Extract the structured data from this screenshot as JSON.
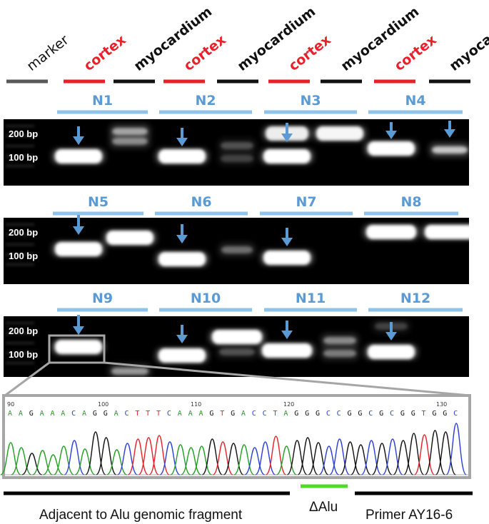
{
  "lanes": [
    {
      "label": "marker",
      "color": "#111111",
      "bar_color": "#595959"
    },
    {
      "label": "cortex",
      "color": "#e8202a",
      "bar_color": "#e8202a"
    },
    {
      "label": "myocardium",
      "color": "#111111",
      "bar_color": "#111111"
    },
    {
      "label": "cortex",
      "color": "#e8202a",
      "bar_color": "#e8202a"
    },
    {
      "label": "myocardium",
      "color": "#111111",
      "bar_color": "#111111"
    },
    {
      "label": "cortex",
      "color": "#e8202a",
      "bar_color": "#e8202a"
    },
    {
      "label": "myocardium",
      "color": "#111111",
      "bar_color": "#111111"
    },
    {
      "label": "cortex",
      "color": "#e8202a",
      "bar_color": "#e8202a"
    },
    {
      "label": "myocardium",
      "color": "#111111",
      "bar_color": "#111111"
    }
  ],
  "gels": [
    {
      "samples": [
        "N1",
        "N2",
        "N3",
        "N4"
      ],
      "markers": [
        "200 bp",
        "100 bp"
      ]
    },
    {
      "samples": [
        "N5",
        "N6",
        "N7",
        "N8"
      ],
      "markers": [
        "200 bp",
        "100 bp"
      ]
    },
    {
      "samples": [
        "N9",
        "N10",
        "N11",
        "N12"
      ],
      "markers": [
        "200 bp",
        "100 bp"
      ]
    }
  ],
  "chromatogram": {
    "sequence": "AAGAAACAGGACTTTCAAAGTGACCTAGGGCCGGCGCGGTGGC",
    "positions": [
      "90",
      "100",
      "110",
      "120",
      "130"
    ],
    "base_colors": {
      "A": "#22a022",
      "G": "#111111",
      "C": "#2a3fd8",
      "T": "#e8202a"
    }
  },
  "annotations": {
    "left_label": "Adjacent to Alu genomic fragment",
    "middle_label": "ΔAlu",
    "right_label": "Primer AY16-6",
    "middle_color": "#4ddb2a",
    "bar_color": "#000000"
  },
  "colors": {
    "sample_bar": "#8fc3ea",
    "sample_text": "#5b9bd5",
    "arrow": "#5b9bd5",
    "gel_bg": "#000000",
    "zoom_frame": "#a6a6a6"
  }
}
